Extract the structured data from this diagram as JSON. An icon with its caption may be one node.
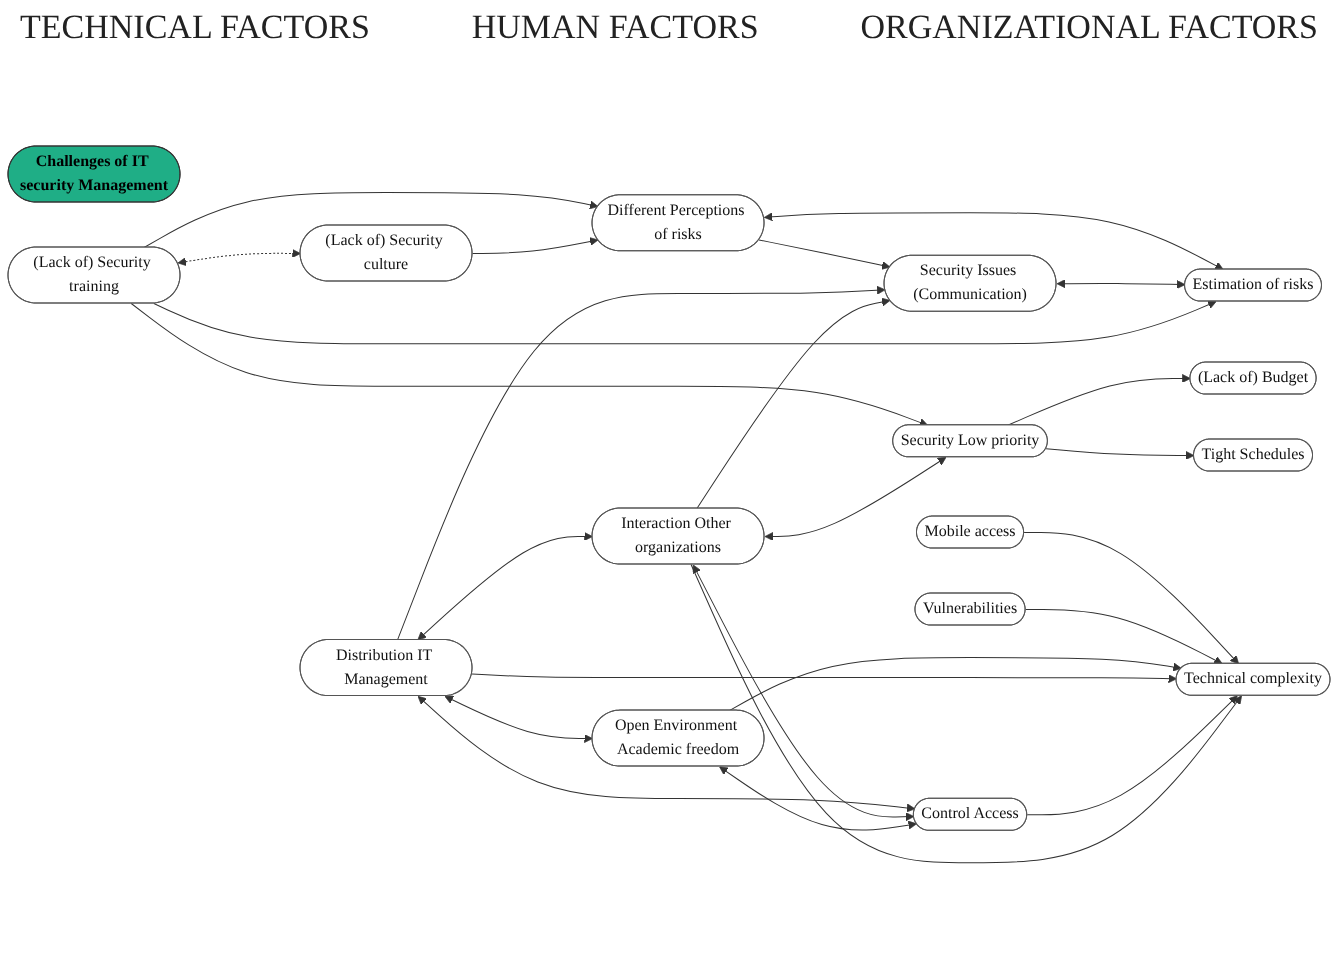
{
  "diagram": {
    "nodes": [
      {
        "text": [
          "Mobile access"
        ]
      },
      {
        "text": [
          "Vulnerabilities"
        ]
      },
      {
        "text": [
          "Technical complexity"
        ]
      },
      {
        "text": [
          "Challenges of IT security Management"
        ]
      },
      {
        "text": [
          "(Lack of) Security training"
        ]
      },
      {
        "text": [
          "(Lack of) Security culture"
        ]
      },
      {
        "text": [
          "Different Perceptions of risks"
        ]
      },
      {
        "text": [
          "Security Issues (Communication)"
        ]
      },
      {
        "text": [
          "Distribution IT Management"
        ]
      },
      {
        "text": [
          "Interaction Other organizations"
        ]
      },
      {
        "text": [
          "Open Environment Academic freedom"
        ]
      },
      {
        "text": [
          "Control Access"
        ]
      },
      {
        "text": [
          "Estimation of risks"
        ]
      },
      {
        "text": [
          "(Lack of) Budget"
        ]
      },
      {
        "text": [
          "Security Low priority"
        ]
      },
      {
        "text": [
          "Tight Schedules"
        ]
      }
    ],
    "edges": [
      {
        "from": 0,
        "to": 2,
        "arrow": "to"
      },
      {
        "from": 1,
        "to": 2,
        "arrow": "to"
      },
      {
        "from": 4,
        "to": 5,
        "arrow": "both",
        "style": "dashed"
      },
      {
        "from": 4,
        "to": 6,
        "arrow": "to"
      },
      {
        "from": 5,
        "to": 6,
        "arrow": "to"
      },
      {
        "from": 6,
        "to": 7,
        "arrow": "to"
      },
      {
        "from": 10,
        "to": 2,
        "arrow": "to"
      },
      {
        "from": 8,
        "to": 2,
        "arrow": "to"
      },
      {
        "from": 11,
        "to": 2,
        "arrow": "to"
      },
      {
        "from": 9,
        "to": 2,
        "arrow": "to"
      },
      {
        "from": 8,
        "to": 7,
        "arrow": "to"
      },
      {
        "from": 9,
        "to": 7,
        "arrow": "to"
      },
      {
        "from": 6,
        "to": 12,
        "arrow": "both"
      },
      {
        "from": 7,
        "to": 12,
        "arrow": "both"
      },
      {
        "from": 4,
        "to": 12,
        "arrow": "to"
      },
      {
        "from": 4,
        "to": 14,
        "arrow": "to"
      },
      {
        "from": 8,
        "to": 9,
        "arrow": "both"
      },
      {
        "from": 8,
        "to": 10,
        "arrow": "both"
      },
      {
        "from": 8,
        "to": 11,
        "arrow": "both"
      },
      {
        "from": 9,
        "to": 11,
        "arrow": "both"
      },
      {
        "from": 10,
        "to": 11,
        "arrow": "both"
      },
      {
        "from": 9,
        "to": 14,
        "arrow": "both"
      },
      {
        "from": 14,
        "to": 13,
        "arrow": "to"
      },
      {
        "from": 14,
        "to": 15,
        "arrow": "to"
      }
    ],
    "labels": [
      "TECHNICAL FACTORS",
      "HUMAN FACTORS",
      "ORGANIZATIONAL FACTORS"
    ]
  }
}
